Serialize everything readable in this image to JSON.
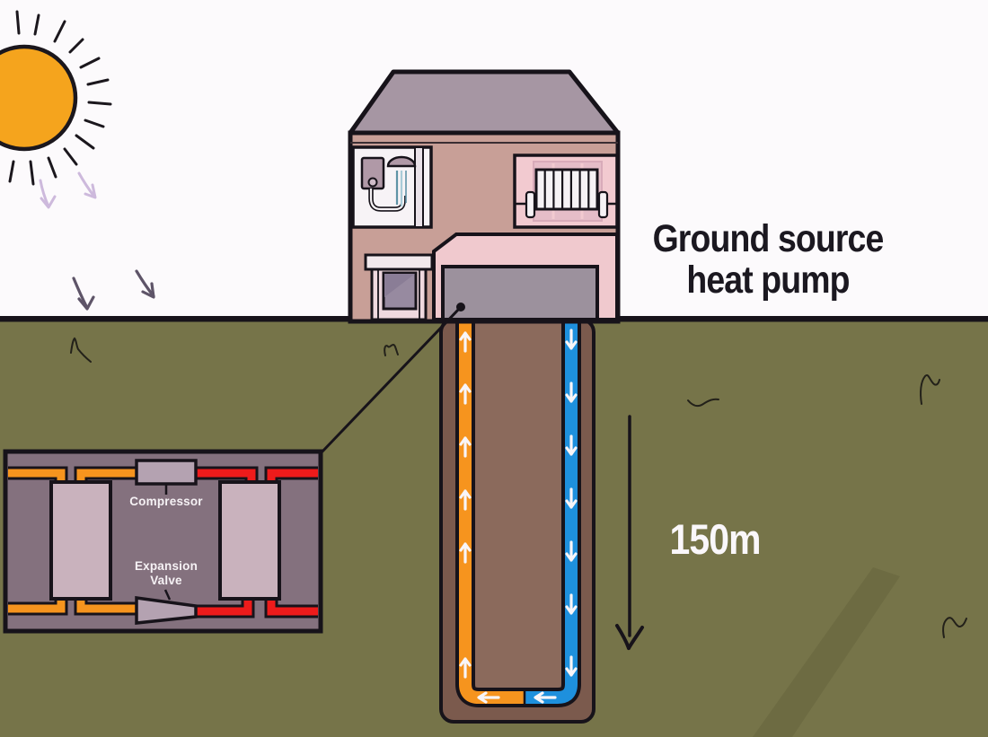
{
  "annotation": {
    "title_line1": "Ground source",
    "title_line2": "heat pump",
    "depth": "150m"
  },
  "inset": {
    "compressor": "Compressor",
    "expansion_valve_line1": "Expansion",
    "expansion_valve_line2": "Valve"
  },
  "icons": {
    "sun": "☀",
    "sun_heat_arrow": "↓",
    "flow_up_arrow": "↑",
    "flow_down_arrow": "↓",
    "flow_left_arrow": "←",
    "depth_arrow": "↓"
  },
  "colors": {
    "sky": "#FCFAFC",
    "ground": "#767449",
    "ground_line": "#17131A",
    "roof": "#A696A3",
    "upper_wall": "#C89F97",
    "bathroom": "#F7F3F6",
    "radiator_room": "#F2CAD0",
    "garage_room": "#F0C9CE",
    "heat_pump_unit": "#9C919D",
    "borehole_outer": "#7B5A4D",
    "borehole_inner": "#8B6A5C",
    "warm_pipe_orange": "#F6941E",
    "hot_pipe_red": "#EE1B1B",
    "cold_pipe_blue": "#1E90DD",
    "inset_background": "#84717E",
    "heat_exchanger": "#C9B2BD",
    "sun_fill": "#F5A41D",
    "label_white": "#F6F2F5",
    "sky_arrow_light": "#CDB9DC",
    "sky_arrow_dark": "#5E5468"
  }
}
